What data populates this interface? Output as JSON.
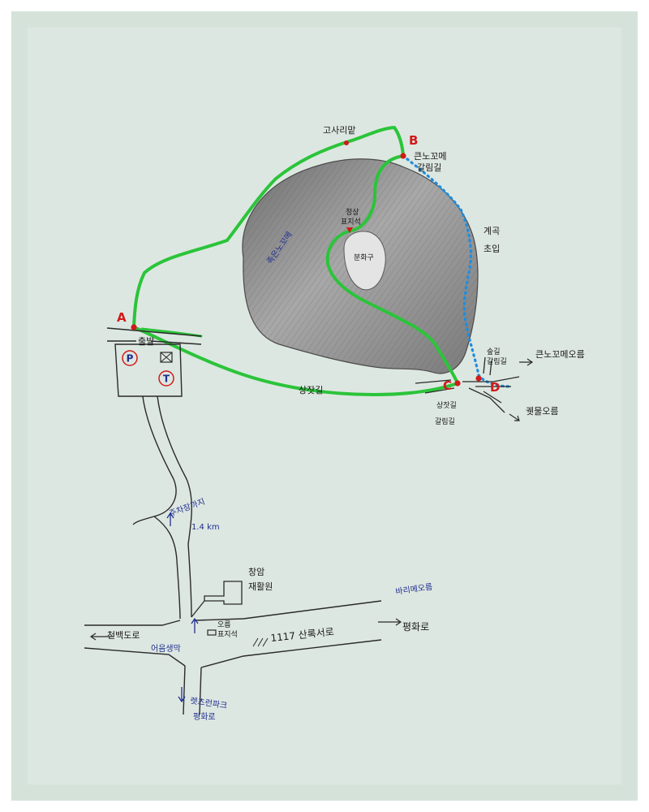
{
  "colors": {
    "paper": "#dde7e1",
    "frame": "#ffffff",
    "trail_green": "#2bc43a",
    "trail_blue_dotted": "#1e8ee0",
    "waypoint_red": "#d11a1a",
    "road_ink": "#2a2a2a",
    "blue_ink": "#1f2f8f",
    "crater_shade": "#8f8f8f"
  },
  "labels": {
    "gosarimat": "고사리맡",
    "b_letter": "B",
    "keunnokomae_trail_1": "큰노꼬메",
    "keunnokomae_trail_2": "갈림길",
    "summit_1": "정상",
    "summit_2": "표지석",
    "crater_name": "족은노꼬메",
    "crater_pond": "분화구",
    "gyegok_1": "계곡",
    "gyegok_2": "초입",
    "a_letter": "A",
    "start": "출발",
    "parking": "P",
    "toilet": "T",
    "sanjatgil": "상잣길",
    "c_letter": "C",
    "d_letter": "D",
    "junction_left_1": "상잣길",
    "junction_left_2": "갈림길",
    "junction_right_1": "숲길",
    "junction_right_2": "갈림길",
    "to_keunnokomae_oreum": "큰노꼬메오름",
    "to_gwetmul_oreum": "궷물오름",
    "to_parking_1": "주차장까지",
    "to_parking_2": "1.4 km",
    "changam_1": "창암",
    "changam_2": "재활원",
    "oreum_sign_1": "오름",
    "oreum_sign_2": "표지석",
    "road_name_1117": "1117  산록서로",
    "to_baribe": "바리메오름",
    "pyeonghwaro_east": "평화로",
    "to_cheonbaekdoro": "천백도로",
    "eoeumsaengmak": "어음생막",
    "lets_run_park": "렛츠런파크",
    "pyeonghwaro_south": "평화로"
  }
}
